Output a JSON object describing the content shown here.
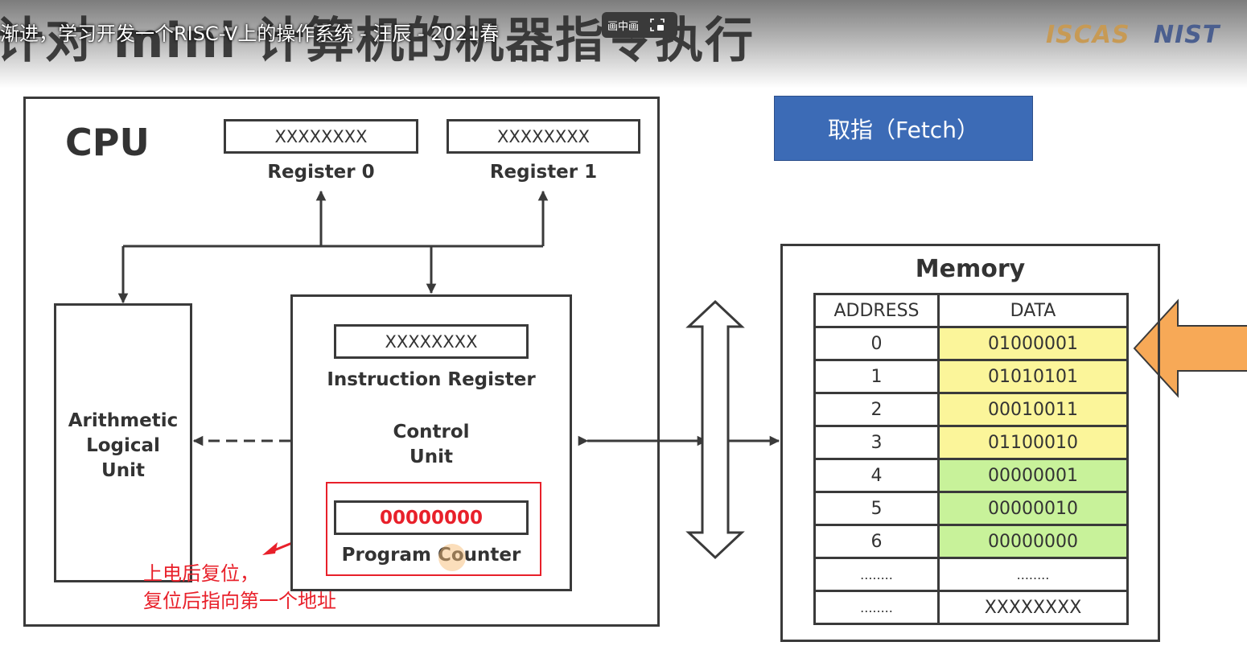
{
  "header": {
    "big_title": "计对 mini 计算机的机器指令执行",
    "video_title": "渐进，学习开发一个RISC-V上的操作系统 - 汪辰 - 2021春",
    "pip_label": "画中画",
    "logo_left": "ISCAS",
    "logo_right": "NIST"
  },
  "cpu": {
    "title": "CPU",
    "register0": {
      "value": "XXXXXXXX",
      "label": "Register 0"
    },
    "register1": {
      "value": "XXXXXXXX",
      "label": "Register 1"
    },
    "alu": {
      "line1": "Arithmetic",
      "line2": "Logical",
      "line3": "Unit"
    },
    "control": {
      "instruction_register": {
        "value": "XXXXXXXX",
        "label": "Instruction Register"
      },
      "title_line1": "Control",
      "title_line2": "Unit",
      "program_counter": {
        "value": "00000000",
        "label": "Program Counter"
      }
    }
  },
  "step_label": "取指（Fetch）",
  "memory": {
    "title": "Memory",
    "headers": [
      "ADDRESS",
      "DATA"
    ],
    "rows": [
      {
        "address": "0",
        "data": "01000001",
        "color": "#fbf59a"
      },
      {
        "address": "1",
        "data": "01010101",
        "color": "#fbf59a"
      },
      {
        "address": "2",
        "data": "00010011",
        "color": "#fbf59a"
      },
      {
        "address": "3",
        "data": "01100010",
        "color": "#fbf59a"
      },
      {
        "address": "4",
        "data": "00000001",
        "color": "#c8f29a"
      },
      {
        "address": "5",
        "data": "00000010",
        "color": "#c8f29a"
      },
      {
        "address": "6",
        "data": "00000000",
        "color": "#c8f29a"
      },
      {
        "address": "........",
        "data": "........",
        "color": "#ffffff"
      },
      {
        "address": "........",
        "data": "XXXXXXXX",
        "color": "#ffffff"
      }
    ]
  },
  "annotation": {
    "line1": "上电后复位，",
    "line2": "复位后指向第一个地址"
  },
  "colors": {
    "pc_value": "#e8202a",
    "annotation": "#e8202a",
    "fetch_box": "#3c6bb6",
    "pointer_arrow": "#f7a957"
  }
}
